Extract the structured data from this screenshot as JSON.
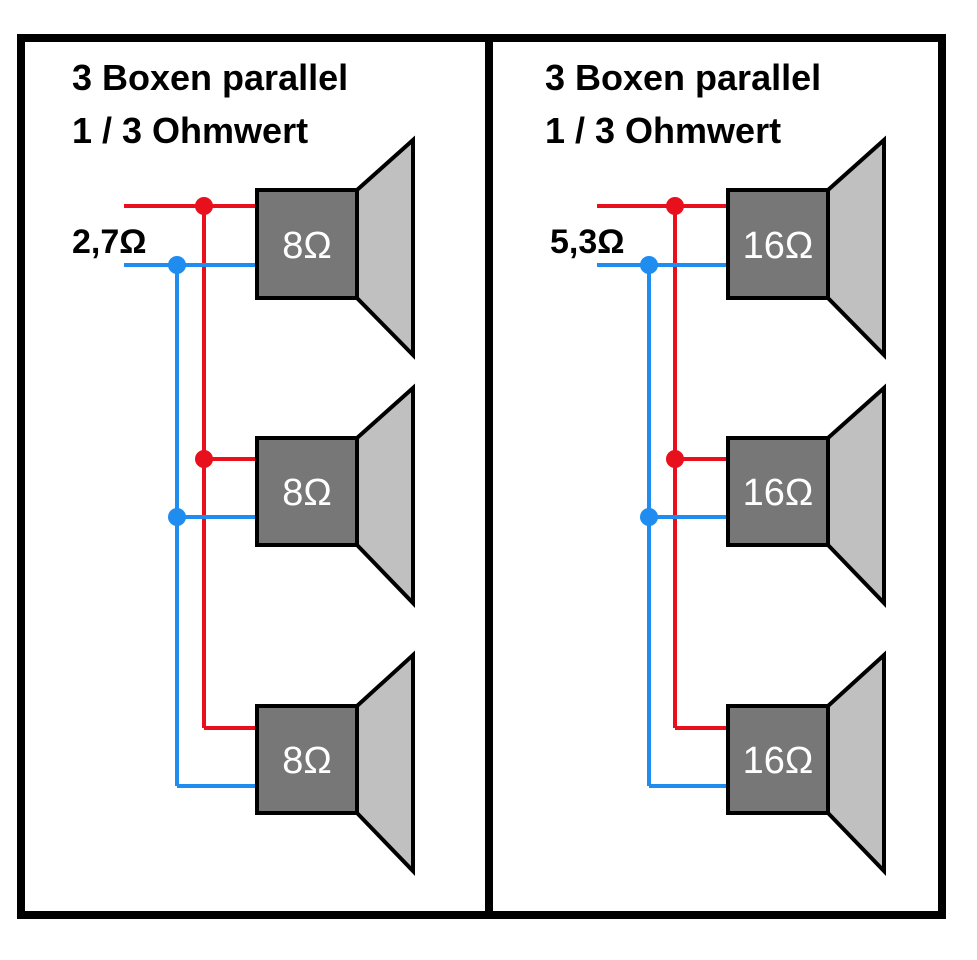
{
  "colors": {
    "positive_wire": "#e8101c",
    "negative_wire": "#1f8cf0",
    "magnet_fill": "#777777",
    "cone_fill": "#c0c0c0",
    "frame": "#000000"
  },
  "panels": [
    {
      "title_line1": "3 Boxen parallel",
      "title_line2": "1 / 3 Ohmwert",
      "total_label": "2,7Ω",
      "speakers": [
        {
          "label": "8Ω"
        },
        {
          "label": "8Ω"
        },
        {
          "label": "8Ω"
        }
      ]
    },
    {
      "title_line1": "3 Boxen parallel",
      "title_line2": "1 / 3 Ohmwert",
      "total_label": "5,3Ω",
      "speakers": [
        {
          "label": "16Ω"
        },
        {
          "label": "16Ω"
        },
        {
          "label": "16Ω"
        }
      ]
    }
  ]
}
